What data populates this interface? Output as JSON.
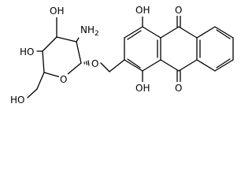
{
  "molecule": {
    "atom_labels": {
      "oh_sugar_top": "OH",
      "oh_sugar_left": "HO",
      "nh2": "NH",
      "nh2_sub": "2",
      "glycosidic_o": "O",
      "ring_o": "O",
      "ch2oh": "HO",
      "oh_anthra_top": "OH",
      "oh_anthra_bottom": "OH",
      "ketone_top": "O",
      "ketone_bottom": "O"
    }
  }
}
